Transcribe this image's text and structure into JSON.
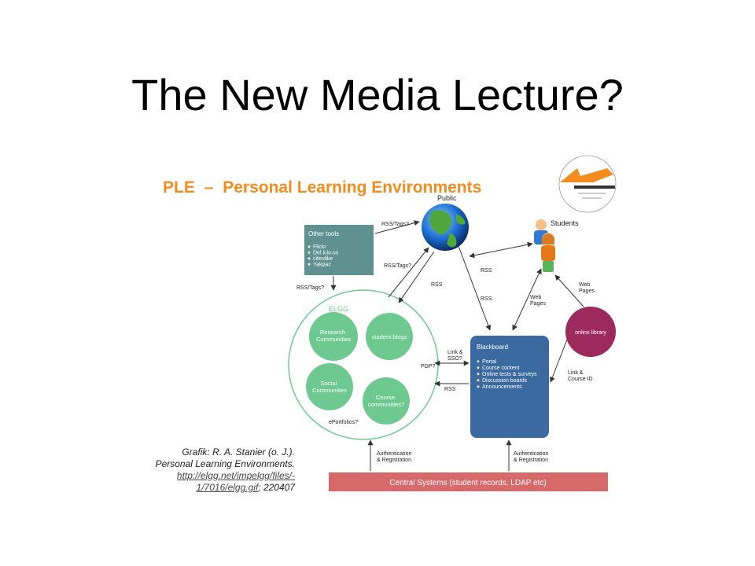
{
  "slide": {
    "title": "The New Media Lecture?"
  },
  "diagram": {
    "heading_acronym": "PLE",
    "heading_dash": "–",
    "heading_rest": "Personal Learning Environments",
    "public_label": "Public",
    "students_label": "Students",
    "other_tools": {
      "title": "Other tools",
      "items": [
        "Flickr",
        "Del.icio.us",
        "citeulike",
        "Yakpac"
      ]
    },
    "elgg": {
      "label": "ELGG",
      "research": [
        "Research",
        "Communities"
      ],
      "blogs": "student blogs",
      "social": [
        "Social",
        "Communities"
      ],
      "course": [
        "Course",
        "communities?"
      ],
      "eportfolios": "ePortfolios?"
    },
    "blackboard": {
      "title": "Blackboard",
      "items": [
        "Portal",
        "Course content",
        "Online tests & surveys",
        "Discussion boards",
        "Announcements"
      ]
    },
    "online_library": "online library",
    "central_systems": "Central Systems (student records, LDAP etc)",
    "edge_labels": {
      "rss_tags_top": "RSS/Tags?",
      "rss_tags_mid": "RSS/Tags?",
      "rss_tags_left": "RSS/Tags?",
      "rss_a": "RSS",
      "rss_b": "RSS",
      "rss_c": "RSS",
      "rss_d": "RSS",
      "web_pages_a": [
        "Web",
        "Pages"
      ],
      "web_pages_b": [
        "Web",
        "Pages"
      ],
      "link_sso": [
        "Link &",
        "SSO?"
      ],
      "pdp": "PDP?",
      "link_course": [
        "Link &",
        "Course ID"
      ],
      "auth_a": [
        "Authentication",
        "& Registration"
      ],
      "auth_b": [
        "Authentication",
        "& Registration"
      ]
    }
  },
  "caption": {
    "line1": "Grafik: R. A. Stanier (o. J.).",
    "line2": "Personal Learning Environments.",
    "link_a": "http://elgg.net/impelgg/files/-",
    "link_b": "1/7016/elgg.gif",
    "suffix": "; 220407"
  },
  "colors": {
    "orange": "#f28c1e",
    "teal": "#5e9190",
    "green": "#6dc990",
    "blue": "#3a6aa0",
    "purple": "#9c2a5c",
    "salmon": "#d8696b"
  }
}
